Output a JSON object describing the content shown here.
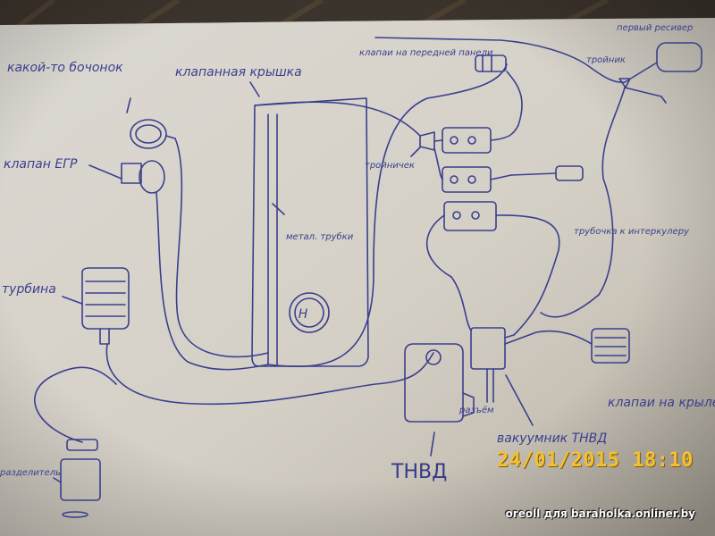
{
  "labels": {
    "something_barrel": "какой-то бочонок",
    "valve_cover": "клапанная крышка",
    "egr_valve": "клапан ЕГР",
    "valves_front_panel": "клапаи на передней панели",
    "tee_top": "тройник",
    "tee_middle": "тройничек",
    "metal_tubes": "метал. трубки",
    "tube_to_intercooler": "трубочка к интеркулеру",
    "turbine": "турбина",
    "tnvd": "ТНВД",
    "vacuum_pump": "вакуумник ТНВД",
    "valve_on_wing": "клапаи на крыле",
    "separator": "разделитель",
    "tap": "разъём",
    "top_right": "первый ресивер",
    "h_mark": "H"
  },
  "colors": {
    "ink": "#3a3f8e",
    "paper": "#ddd8ce",
    "stamp": "#f5c030"
  },
  "stamp": {
    "timestamp": "24/01/2015 18:10"
  },
  "watermark": "oreoll для baraholka.onliner.by"
}
